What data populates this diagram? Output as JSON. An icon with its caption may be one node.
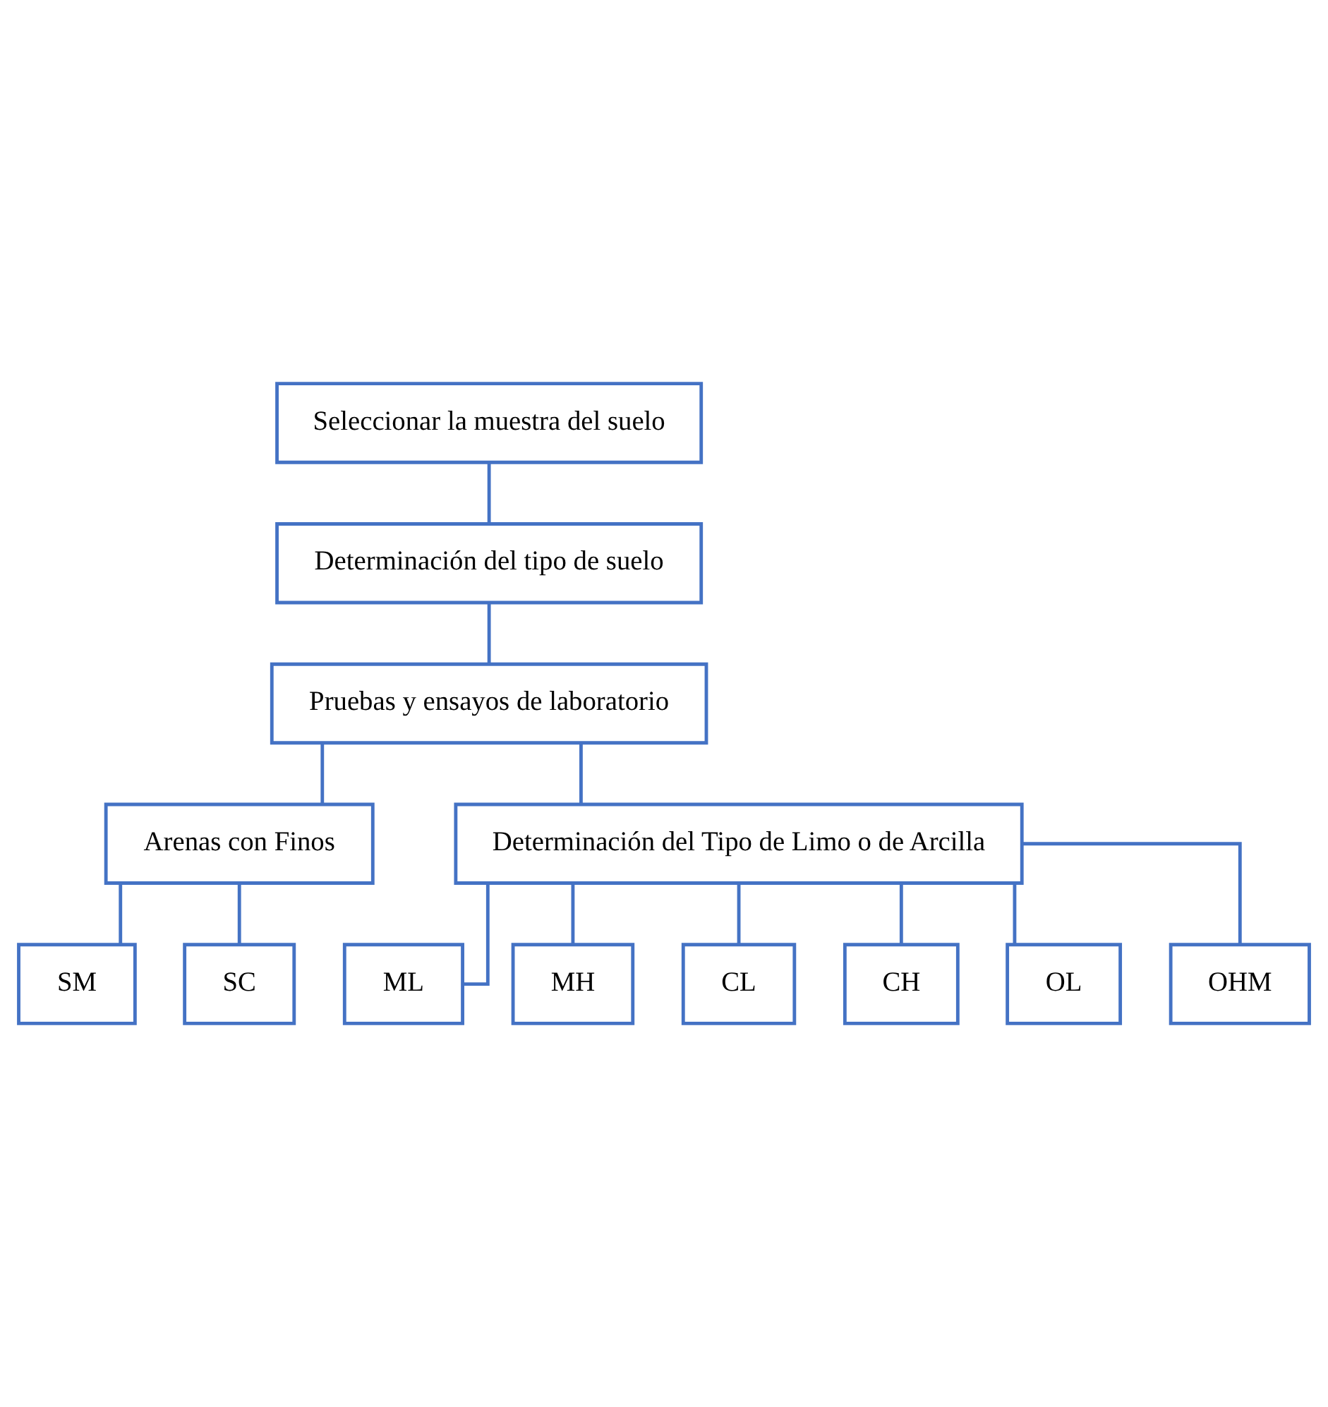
{
  "diagram": {
    "nodes": [
      {
        "text": [
          "Seleccionar la muestra del suelo"
        ]
      },
      {
        "text": [
          "Determinación del tipo de suelo"
        ]
      },
      {
        "text": [
          "Pruebas y ensayos de laboratorio"
        ]
      },
      {
        "text": [
          "Arenas con Finos"
        ]
      },
      {
        "text": [
          "Determinación del Tipo de Limo o de Arcilla"
        ]
      },
      {
        "text": [
          "SM"
        ]
      },
      {
        "text": [
          "SC"
        ]
      },
      {
        "text": [
          "ML"
        ]
      },
      {
        "text": [
          "MH"
        ]
      },
      {
        "text": [
          "CL"
        ]
      },
      {
        "text": [
          "CH"
        ]
      },
      {
        "text": [
          "OL"
        ]
      },
      {
        "text": [
          "OHM"
        ]
      }
    ],
    "edges": [
      {
        "from": 0,
        "to": 1,
        "arrow": "none"
      },
      {
        "from": 1,
        "to": 2,
        "arrow": "none"
      },
      {
        "from": 2,
        "to": 3,
        "arrow": "none"
      },
      {
        "from": 2,
        "to": 4,
        "arrow": "none"
      },
      {
        "from": 3,
        "to": 5,
        "arrow": "none"
      },
      {
        "from": 3,
        "to": 6,
        "arrow": "none"
      },
      {
        "from": 4,
        "to": 7,
        "arrow": "none"
      },
      {
        "from": 4,
        "to": 8,
        "arrow": "none"
      },
      {
        "from": 4,
        "to": 9,
        "arrow": "none"
      },
      {
        "from": 4,
        "to": 10,
        "arrow": "none"
      },
      {
        "from": 4,
        "to": 11,
        "arrow": "none"
      },
      {
        "from": 4,
        "to": 12,
        "arrow": "none"
      }
    ]
  }
}
